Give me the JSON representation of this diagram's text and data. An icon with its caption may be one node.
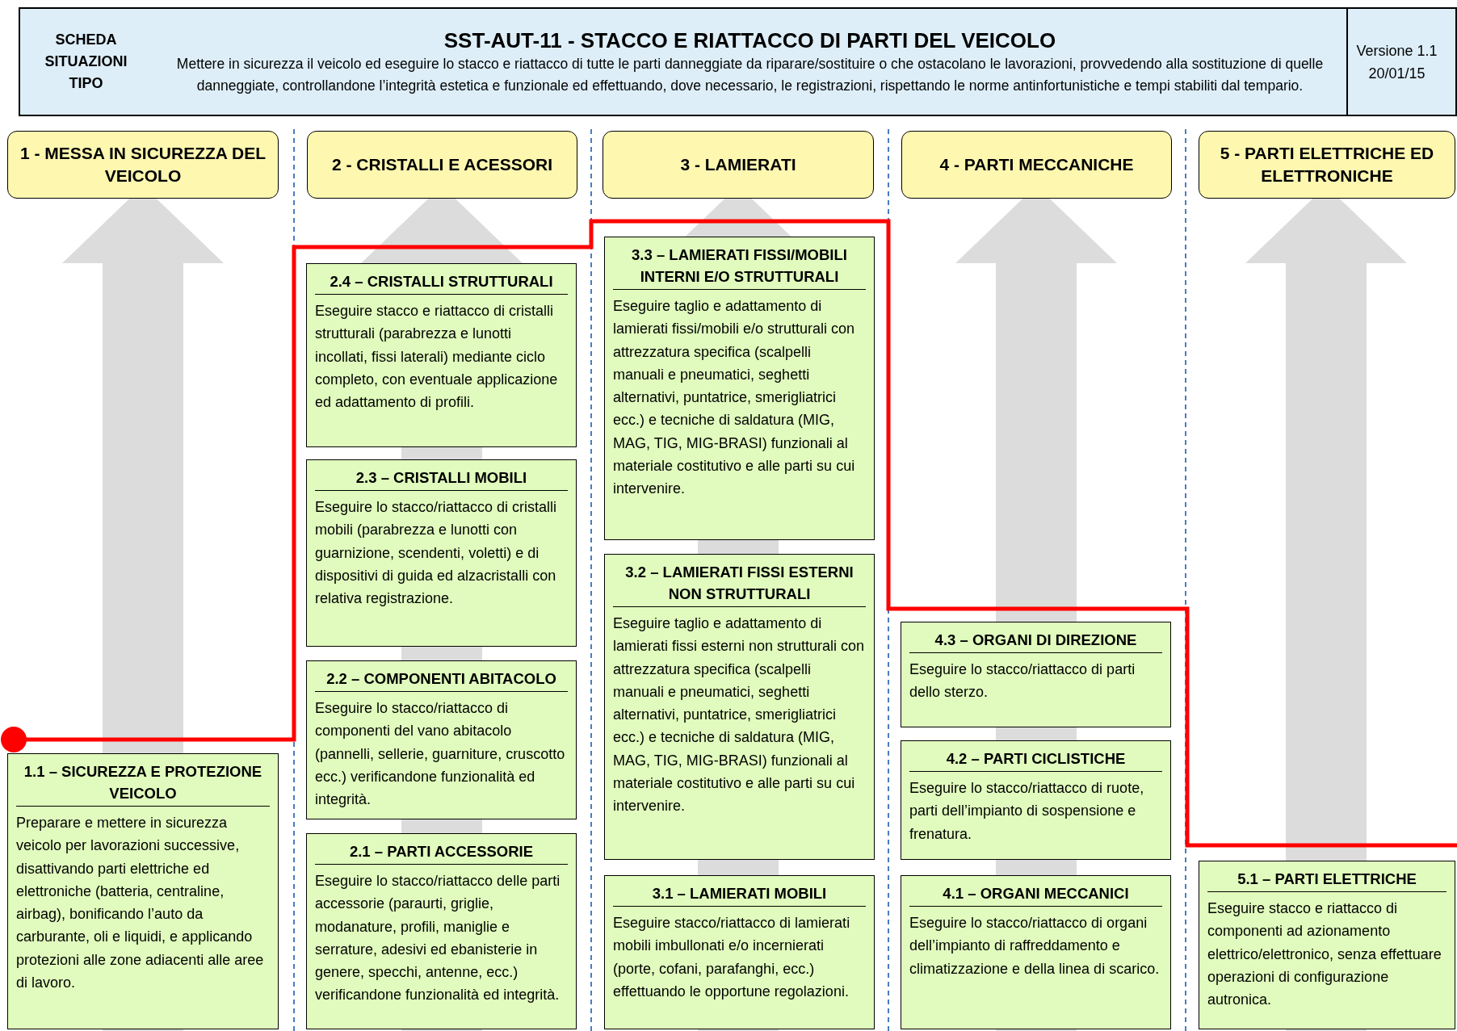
{
  "diagram": {
    "title": "SST-AUT-11  - STACCO E RIATTACCO DI PARTI DEL VEICOLO",
    "nodes": [
      {
        "text": [
          "1 - MESSA IN SICUREZZA DEL VEICOLO"
        ]
      },
      {
        "text": [
          "2 - CRISTALLI E ACESSORI"
        ]
      },
      {
        "text": [
          "3 - LAMIERATI"
        ]
      },
      {
        "text": [
          "4 - PARTI MECCANICHE"
        ]
      },
      {
        "text": [
          "5 - PARTI ELETTRICHE ED ELETTRONICHE"
        ]
      },
      {
        "text": [
          "1.1 – SICUREZZA E PROTEZIONE VEICOLO",
          "Preparare e mettere in sicurezza veicolo per lavorazioni successive, disattivando parti elettriche ed elettroniche (batteria, centraline, airbag), bonificando l’auto da carburante, oli e liquidi, e applicando protezioni alle zone adiacenti alle aree di lavoro."
        ]
      },
      {
        "text": [
          "2.4 – CRISTALLI STRUTTURALI",
          "Eseguire stacco e riattacco di cristalli strutturali (parabrezza e lunotti incollati, fissi laterali) mediante ciclo completo, con eventuale applicazione ed adattamento di profili."
        ]
      },
      {
        "text": [
          "2.3 – CRISTALLI MOBILI",
          "Eseguire lo stacco/riattacco di cristalli mobili (parabrezza e lunotti con guarnizione, scendenti, voletti) e di dispositivi di guida ed alzacristalli con relativa registrazione."
        ]
      },
      {
        "text": [
          "2.2 – COMPONENTI ABITACOLO",
          "Eseguire lo stacco/riattacco di componenti del vano abitacolo (pannelli, sellerie, guarniture, cruscotto ecc.) verificandone funzionalità ed integrità."
        ]
      },
      {
        "text": [
          "2.1 – PARTI ACCESSORIE",
          "Eseguire lo stacco/riattacco delle parti accessorie (paraurti, griglie, modanature, profili, maniglie e serrature, adesivi ed ebanisterie in genere, specchi, antenne, ecc.) verificandone funzionalità ed integrità."
        ]
      },
      {
        "text": [
          "3.3 – LAMIERATI FISSI/MOBILI INTERNI E/O STRUTTURALI",
          "Eseguire taglio e adattamento di lamierati fissi/mobili e/o strutturali con attrezzatura specifica (scalpelli manuali e pneumatici, seghetti alternativi, puntatrice, smerigliatrici ecc.) e tecniche di saldatura (MIG, MAG, TIG, MIG-BRASI) funzionali al materiale costitutivo e alle parti su cui intervenire."
        ]
      },
      {
        "text": [
          "3.2 – LAMIERATI FISSI ESTERNI NON STRUTTURALI",
          "Eseguire taglio e adattamento di lamierati fissi esterni non strutturali con attrezzatura specifica (scalpelli manuali e pneumatici, seghetti alternativi, puntatrice, smerigliatrici ecc.) e tecniche di saldatura (MIG, MAG, TIG, MIG-BRASI) funzionali al materiale costitutivo e alle parti su cui intervenire."
        ]
      },
      {
        "text": [
          "3.1 – LAMIERATI MOBILI",
          "Eseguire stacco/riattacco di lamierati mobili imbullonati e/o incernierati (porte, cofani, parafanghi, ecc.) effettuando le opportune regolazioni."
        ]
      },
      {
        "text": [
          "4.3 – ORGANI DI DIREZIONE",
          "Eseguire lo stacco/riattacco di parti dello sterzo."
        ]
      },
      {
        "text": [
          "4.2 – PARTI CICLISTICHE",
          "Eseguire lo stacco/riattacco di ruote, parti dell’impianto di sospensione e frenatura."
        ]
      },
      {
        "text": [
          "4.1 – ORGANI MECCANICI",
          "Eseguire lo stacco/riattacco di organi dell’impianto di raffreddamento e climatizzazione e della linea di scarico."
        ]
      },
      {
        "text": [
          "5.1 – PARTI ELETTRICHE",
          "Eseguire stacco e riattacco di componenti ad azionamento elettrico/elettronico, senza effettuare operazioni di configurazione autronica."
        ]
      }
    ],
    "labels": [
      "SCHEDA SITUAZIONI TIPO",
      "Mettere in sicurezza il veicolo ed eseguire lo stacco e riattacco di tutte le parti danneggiate da riparare/sostituire o che ostacolano le lavorazioni, provvedendo alla sostituzione di quelle danneggiate, controllandone l’integrità estetica e funzionale ed effettuando, dove necessario, le registrazioni, rispettando le norme antinfortunistiche e tempi stabiliti dal tempario.",
      "Versione 1.1 20/01/15"
    ]
  }
}
